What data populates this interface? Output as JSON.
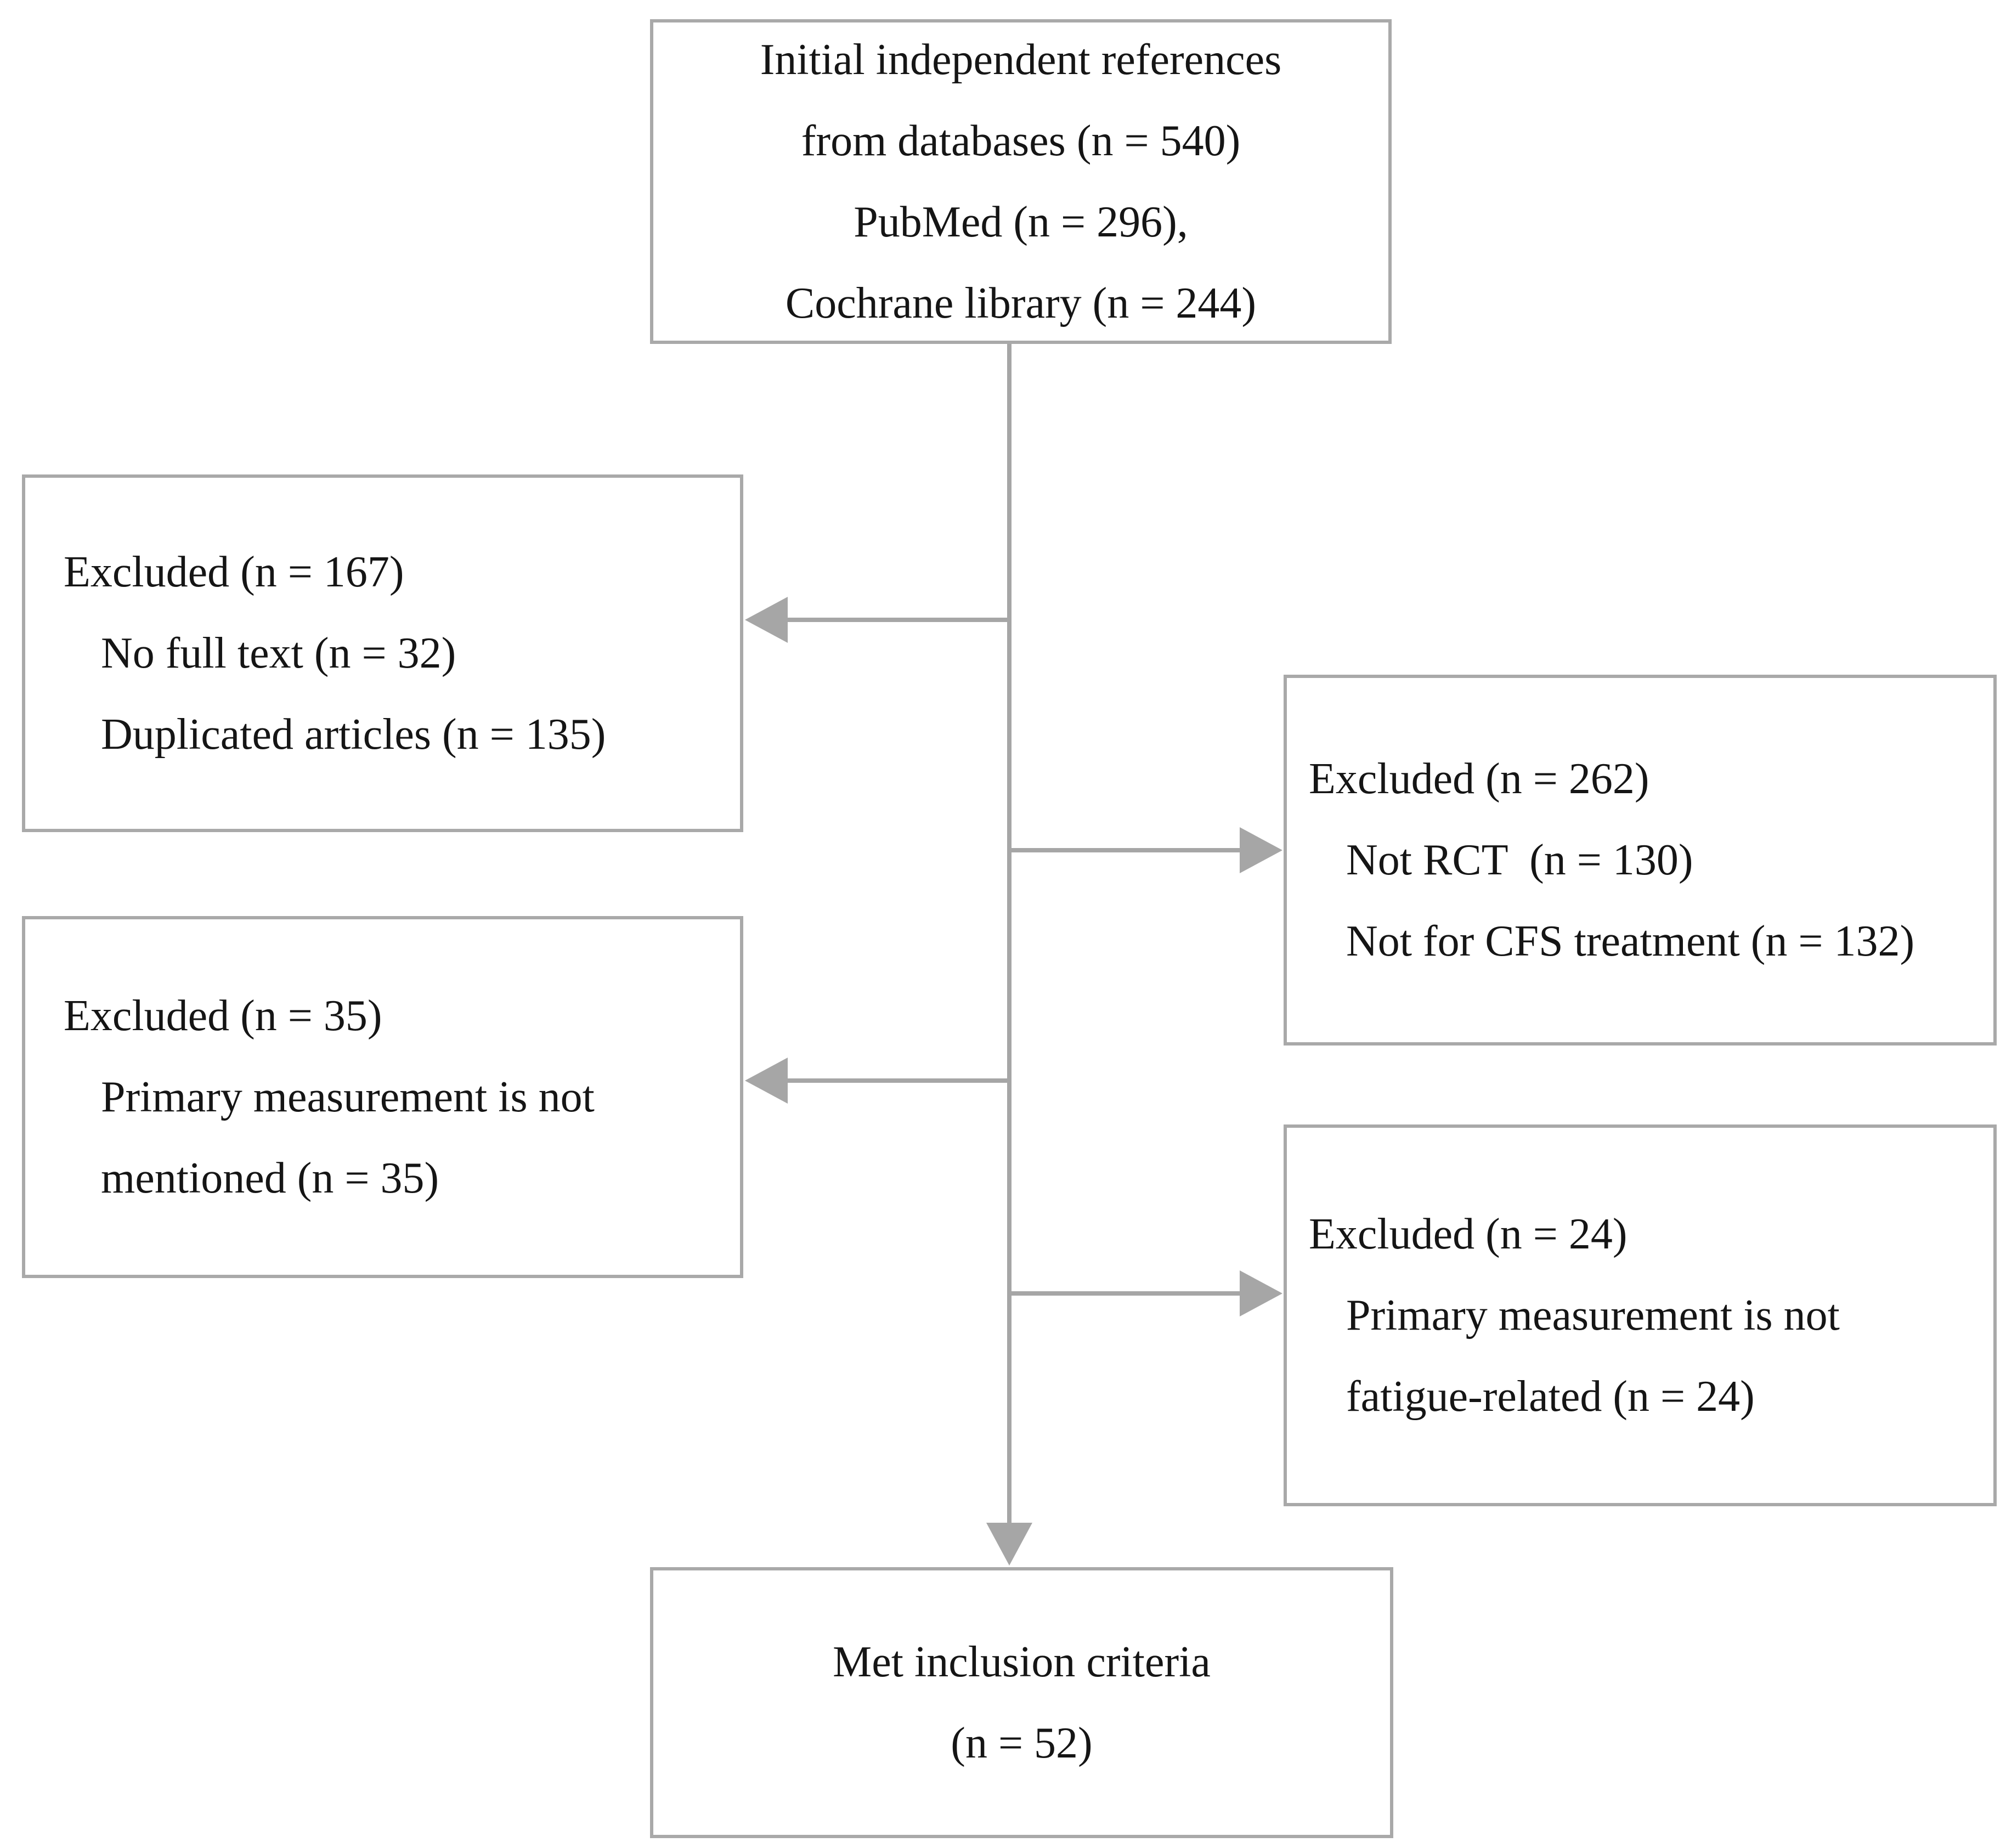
{
  "colors": {
    "box_border": "#a9a9a9",
    "arrow": "#a6a6a6",
    "text": "#151515",
    "background": "#ffffff"
  },
  "flowchart": {
    "initial_box": {
      "lines": [
        "Initial independent references",
        "from databases (n = 540)",
        "PubMed (n = 296),",
        "Cochrane library (n = 244)"
      ]
    },
    "excluded_screening_box": {
      "lines": [
        "Excluded (n = 167)",
        "No full text (n = 32)",
        "Duplicated articles (n = 135)"
      ]
    },
    "excluded_not_rct_box": {
      "lines": [
        "Excluded (n = 262)",
        "Not RCT  (n = 130)",
        "Not for CFS treatment (n = 132)"
      ]
    },
    "excluded_measurement_box": {
      "lines": [
        "Excluded (n = 35)",
        "Primary measurement is not",
        "mentioned (n = 35)"
      ]
    },
    "excluded_fatigue_box": {
      "lines": [
        "Excluded (n = 24)",
        "Primary measurement is not",
        "fatigue-related (n = 24)"
      ]
    },
    "included_box": {
      "lines": [
        "Met inclusion criteria",
        "(n = 52)"
      ]
    },
    "connectors": [
      {
        "name": "main-flow",
        "from": "initial_box",
        "to": "included_box",
        "direction": "down"
      },
      {
        "name": "branch-1",
        "from": "main-flow",
        "to": "excluded_screening_box",
        "direction": "left"
      },
      {
        "name": "branch-2",
        "from": "main-flow",
        "to": "excluded_not_rct_box",
        "direction": "right"
      },
      {
        "name": "branch-3",
        "from": "main-flow",
        "to": "excluded_measurement_box",
        "direction": "left"
      },
      {
        "name": "branch-4",
        "from": "main-flow",
        "to": "excluded_fatigue_box",
        "direction": "right"
      }
    ]
  }
}
